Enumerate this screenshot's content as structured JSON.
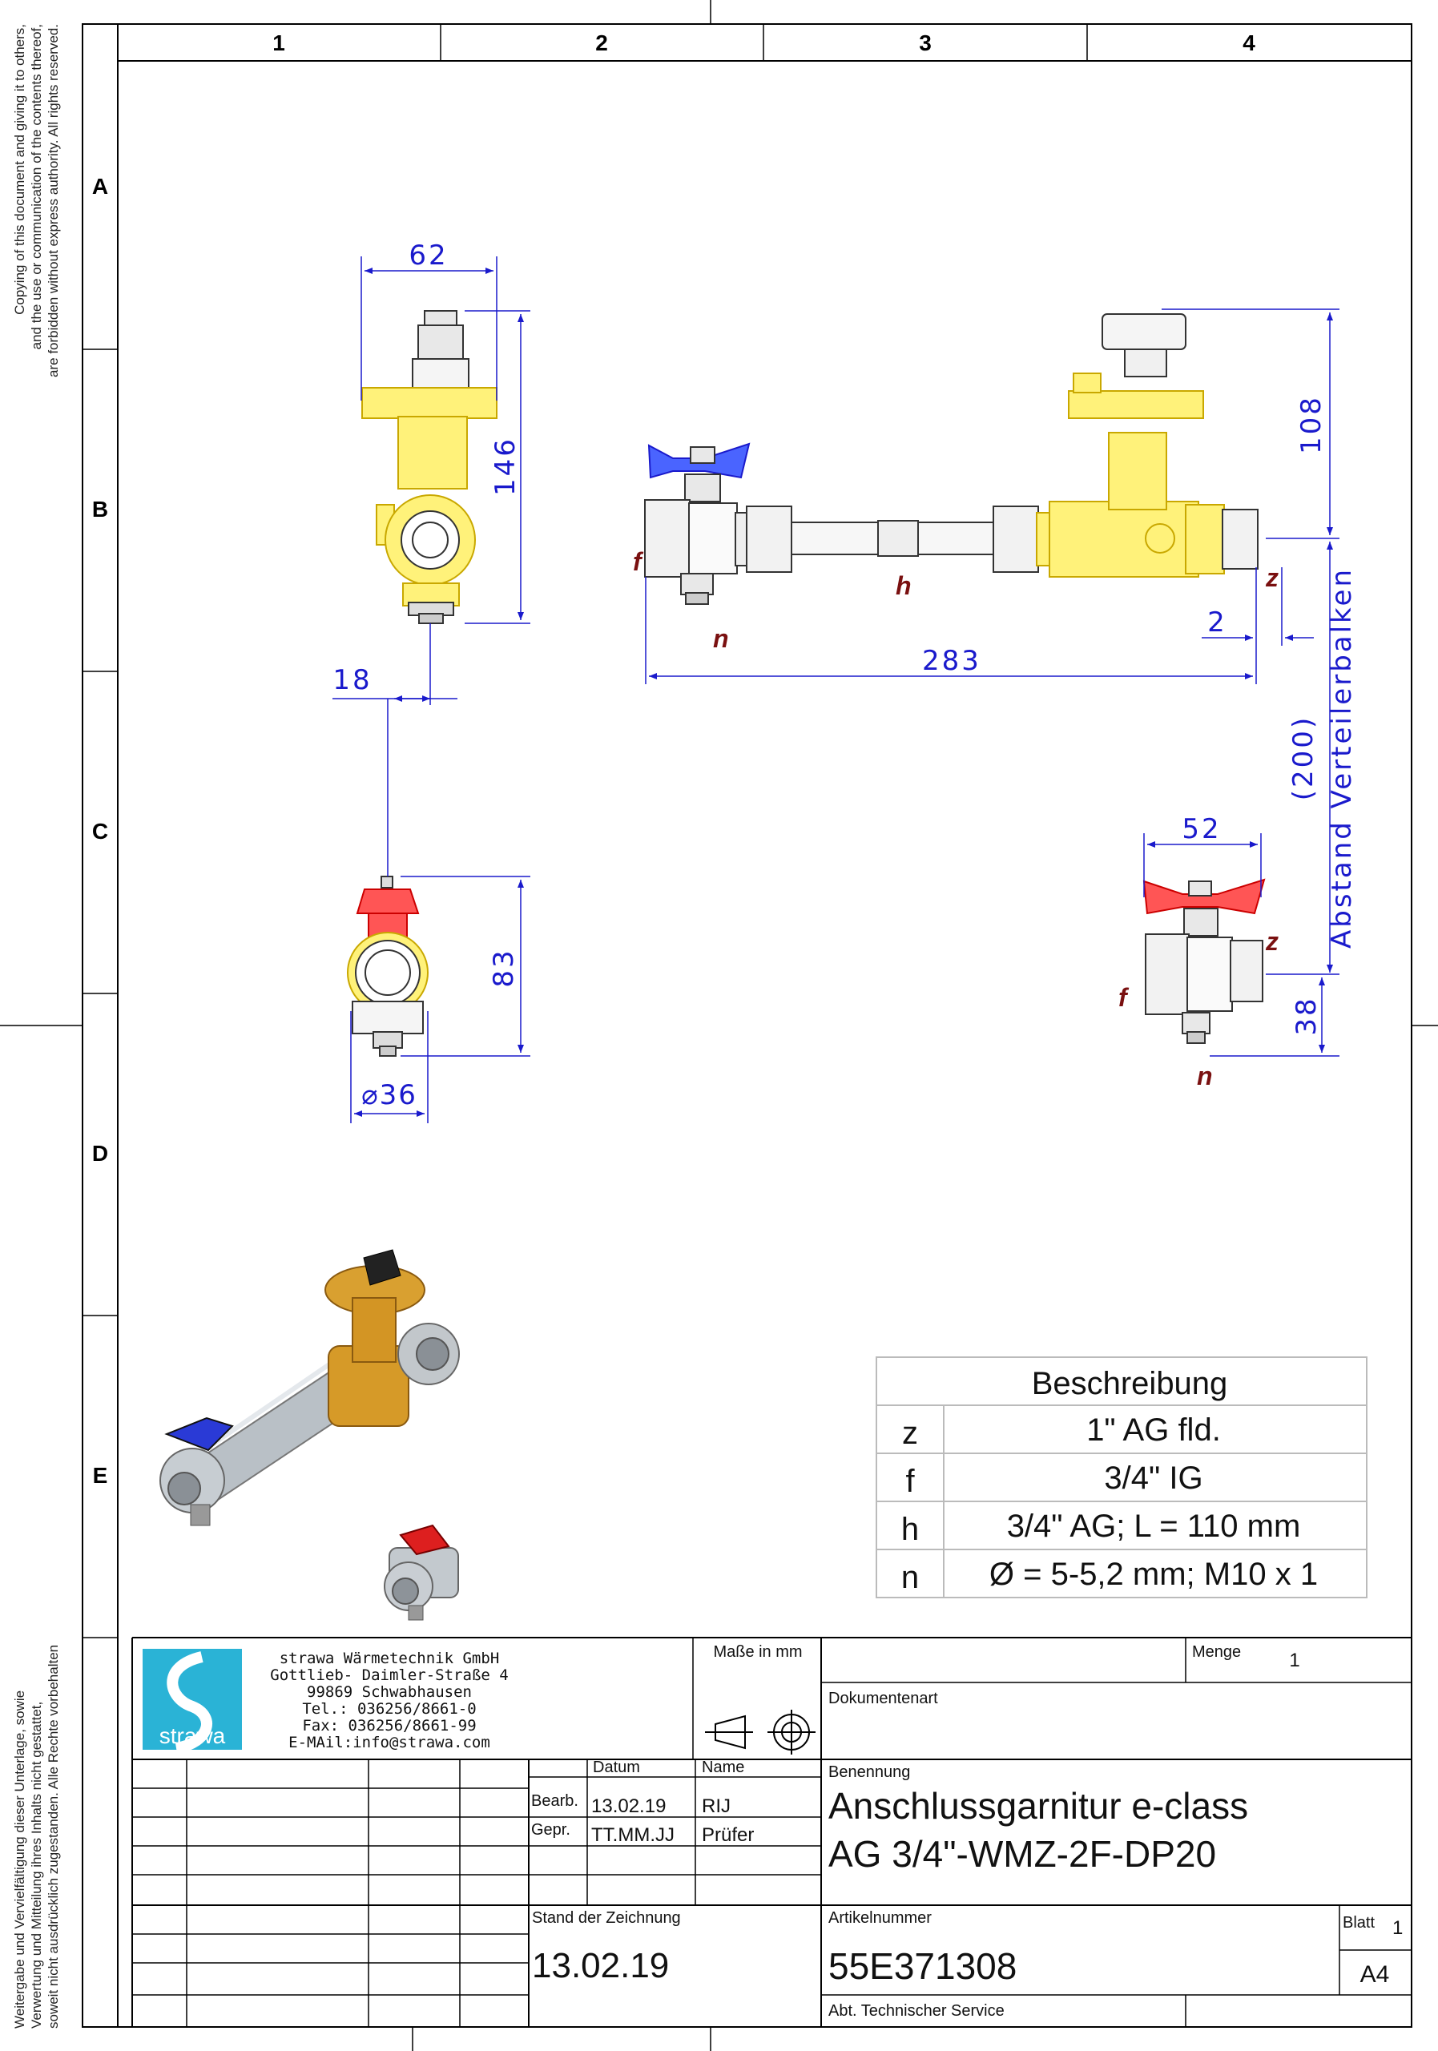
{
  "copyright_en": [
    "Copying of this document and giving it to others,",
    "and the use or communication of the contents thereof,",
    "are forbidden without express authority. All rights reserved."
  ],
  "copyright_de": [
    "Weitergabe und Vervielfältigung dieser Unterlage, sowie",
    "Verwertung und Mitteilung ihres Inhalts nicht gestattet,",
    "soweit nicht ausdrücklich zugestanden. Alle Rechte vorbehalten"
  ],
  "grid": {
    "columns": [
      "1",
      "2",
      "3",
      "4"
    ],
    "rows": [
      "A",
      "B",
      "C",
      "D",
      "E"
    ]
  },
  "dimensions": {
    "top_width": "62",
    "side_height": "146",
    "offset": "18",
    "front_height": "108",
    "gap": "2",
    "length": "283",
    "distance": "(200)",
    "distance_label": "Abstand Verteilerbalken",
    "ball_width": "52",
    "ball_height": "38",
    "valve_height": "83",
    "diameter": "⌀36"
  },
  "labels": {
    "f": "f",
    "h": "h",
    "n": "n",
    "z": "z"
  },
  "description": {
    "header": "Beschreibung",
    "rows": [
      {
        "key": "z",
        "value": "1\" AG fld."
      },
      {
        "key": "f",
        "value": "3/4\" IG"
      },
      {
        "key": "h",
        "value": "3/4\" AG; L = 110 mm"
      },
      {
        "key": "n",
        "value": "Ø = 5-5,2 mm; M10 x 1"
      }
    ]
  },
  "company": {
    "logo_text": "strawa",
    "name": "strawa Wärmetechnik GmbH",
    "street": "Gottlieb- Daimler-Straße 4",
    "city": "99869 Schwabhausen",
    "tel": "Tel.: 036256/8661-0",
    "fax": "Fax: 036256/8661-99",
    "email": "E-MAil:info@strawa.com"
  },
  "title_block": {
    "units": "Maße in mm",
    "menge_label": "Menge",
    "menge_value": "1",
    "dokumentenart_label": "Dokumentenart",
    "datum_label": "Datum",
    "name_label": "Name",
    "bearb_label": "Bearb.",
    "bearb_date": "13.02.19",
    "bearb_name": "RIJ",
    "gepr_label": "Gepr.",
    "gepr_date": "TT.MM.JJ",
    "gepr_name": "Prüfer",
    "benennung_label": "Benennung",
    "title_line1": "Anschlussgarnitur e-class",
    "title_line2": "AG 3/4\"-WMZ-2F-DP20",
    "stand_label": "Stand der Zeichnung",
    "stand_value": "13.02.19",
    "artikel_label": "Artikelnummer",
    "artikel_value": "55E371308",
    "blatt_label": "Blatt",
    "blatt_value": "1",
    "format": "A4",
    "department": "Abt. Technischer Service"
  }
}
